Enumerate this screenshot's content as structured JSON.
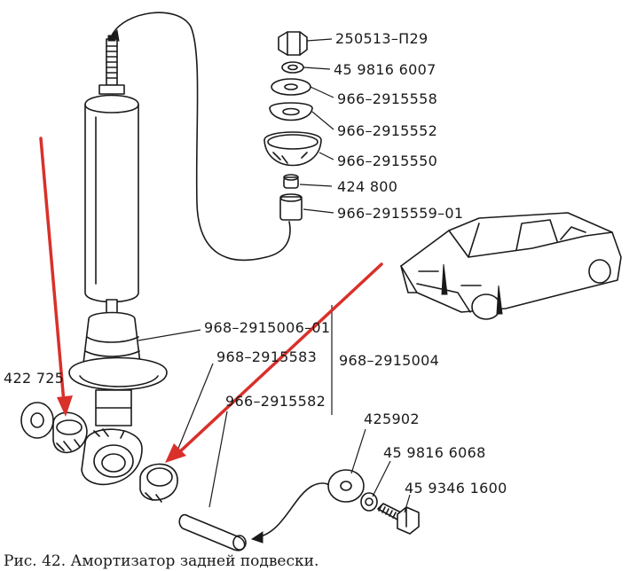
{
  "labels": {
    "l1": "250513–П29",
    "l2": "45 9816 6007",
    "l3": "966–2915558",
    "l4": "966–2915552",
    "l5": "966–2915550",
    "l6": "424 800",
    "l7": "966–2915559–01",
    "l8": "968–2915006–01",
    "l9": "968–2915583",
    "l10": "968–2915004",
    "l11": "966–2915582",
    "l12": "422 725",
    "l13": "425902",
    "l14": "45 9816 6068",
    "l15": "45 9346 1600"
  },
  "caption": "Рис. 42. Амортизатор задней подвески.",
  "colors": {
    "ink": "#1a1a1a",
    "arrow": "#d9302a",
    "paper": "#ffffff"
  }
}
